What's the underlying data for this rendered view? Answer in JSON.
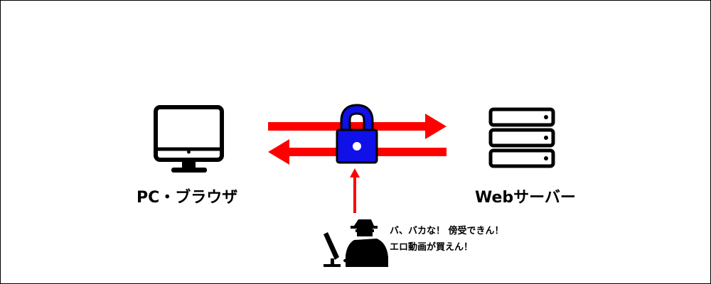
{
  "client": {
    "label": "PC・ブラウザ",
    "icon": "desktop-monitor-icon"
  },
  "server": {
    "label": "Webサーバー",
    "icon": "server-rack-icon"
  },
  "lock": {
    "icon": "padlock-icon",
    "color": "#1010e8"
  },
  "arrows": {
    "color": "#ff0000"
  },
  "attacker": {
    "icon": "hacker-at-computer-icon",
    "speech_line1": "バ、バカな！ 傍受できん！",
    "speech_line2": "エロ動画が買えん！"
  }
}
